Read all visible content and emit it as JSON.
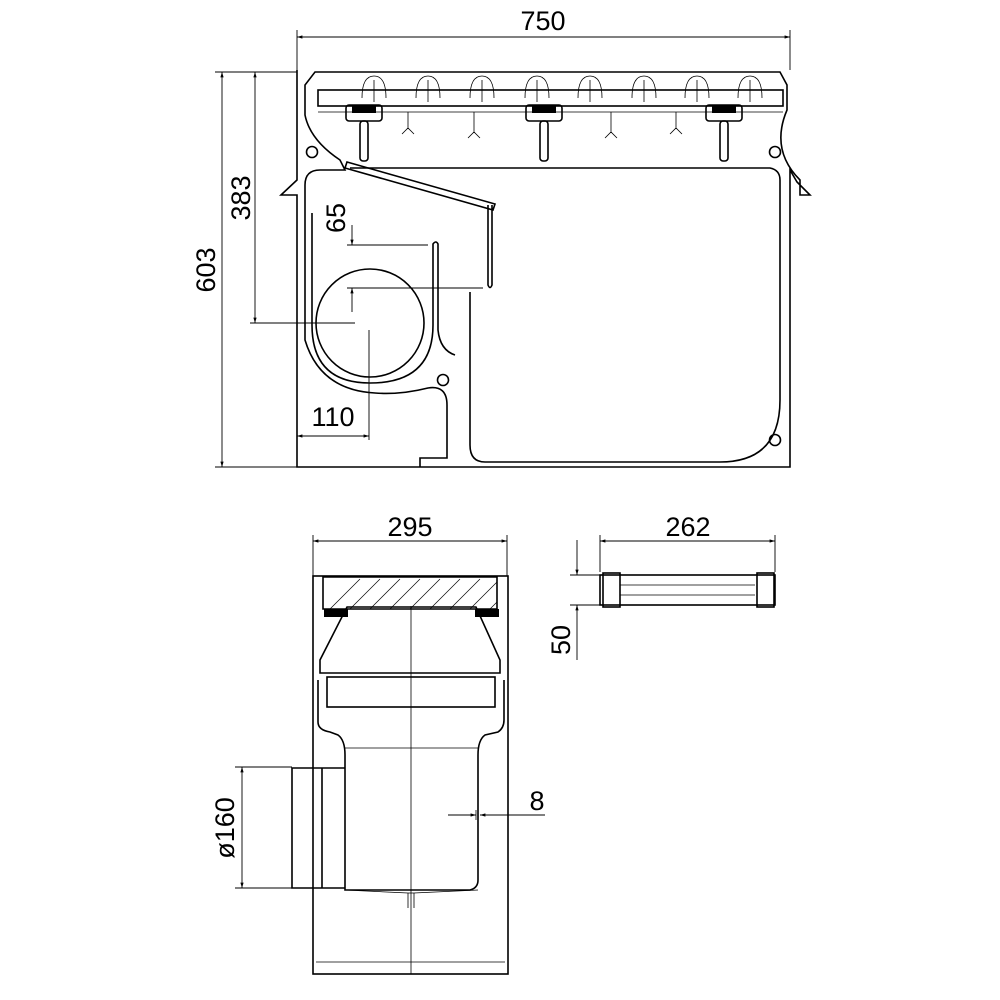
{
  "drawing": {
    "side_view": {
      "dimensions": {
        "overall_length": "750",
        "outlet_height": "383",
        "overall_height": "603",
        "offset": "65",
        "pipe_diameter_side": "110"
      }
    },
    "section_view": {
      "dimensions": {
        "width": "295",
        "inlet_diameter": "ø160",
        "wall_thickness": "8"
      }
    },
    "grate_view": {
      "dimensions": {
        "grate_length": "262",
        "grate_height": "50"
      }
    },
    "colors": {
      "line": "#000000",
      "background": "#ffffff"
    }
  }
}
